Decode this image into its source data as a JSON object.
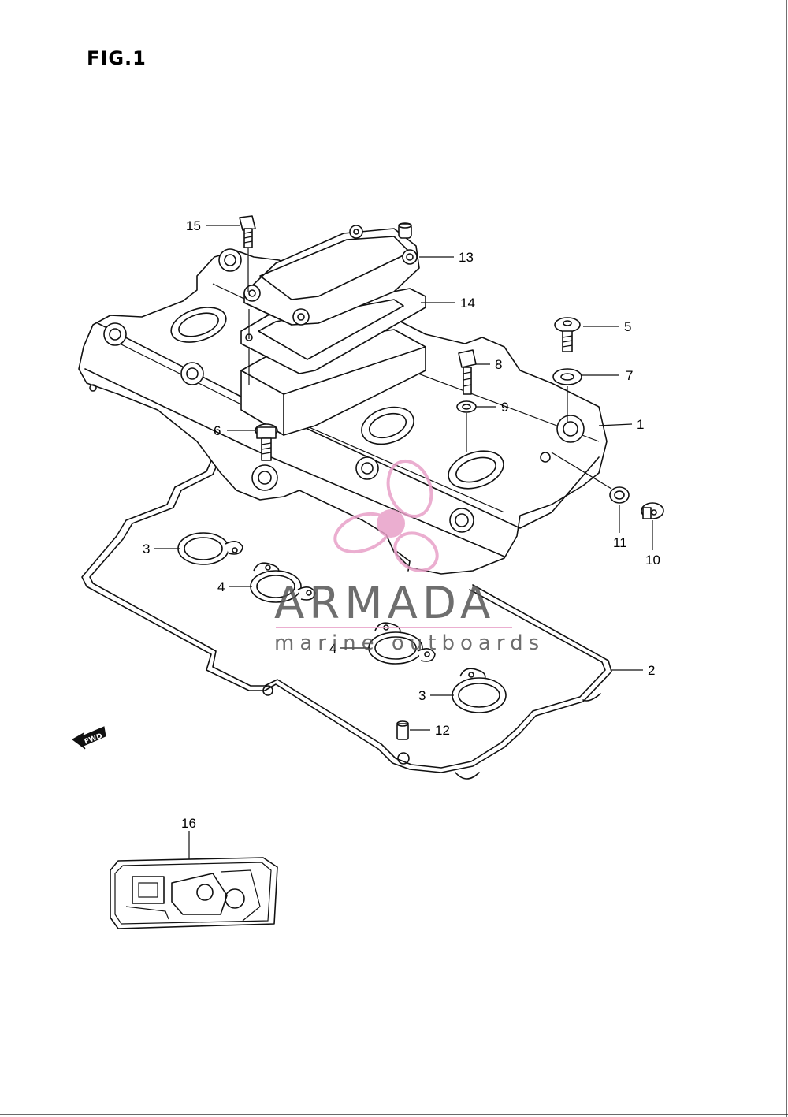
{
  "figure": {
    "title": "FIG.1"
  },
  "watermark": {
    "name": "ARMADA",
    "tagline": "marine outboards",
    "logo_color": "#e8a0c8"
  },
  "fwd_marker": {
    "text": "FWD"
  },
  "callouts": {
    "c1": "1",
    "c2": "2",
    "c3a": "3",
    "c3b": "3",
    "c4a": "4",
    "c4b": "4",
    "c5": "5",
    "c6": "6",
    "c7": "7",
    "c8": "8",
    "c9": "9",
    "c10": "10",
    "c11": "11",
    "c12": "12",
    "c13": "13",
    "c14": "14",
    "c15": "15",
    "c16": "16"
  }
}
